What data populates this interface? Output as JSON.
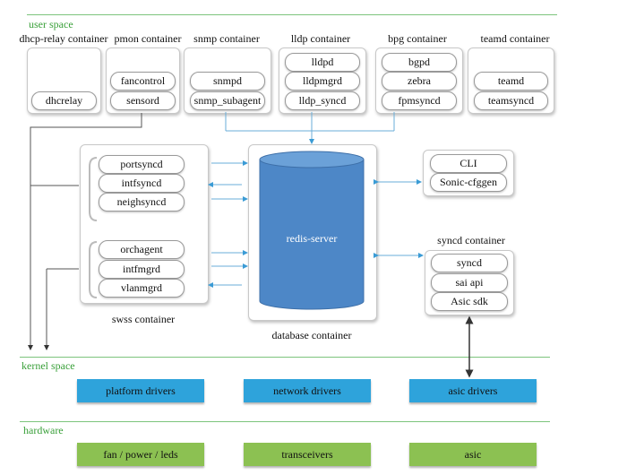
{
  "layers": {
    "user_space": "user space",
    "kernel_space": "kernel space",
    "hardware": "hardware"
  },
  "containers": {
    "dhcp_relay": {
      "title": "dhcp-relay container",
      "items": [
        "dhcrelay"
      ]
    },
    "pmon": {
      "title": "pmon container",
      "items": [
        "fancontrol",
        "sensord"
      ]
    },
    "snmp": {
      "title": "snmp container",
      "items": [
        "snmpd",
        "snmp_subagent"
      ]
    },
    "lldp": {
      "title": "lldp container",
      "items": [
        "lldpd",
        "lldpmgrd",
        "lldp_syncd"
      ]
    },
    "bgp": {
      "title": "bpg container",
      "items": [
        "bgpd",
        "zebra",
        "fpmsyncd"
      ]
    },
    "teamd": {
      "title": "teamd container",
      "items": [
        "teamd",
        "teamsyncd"
      ]
    },
    "swss": {
      "title": "swss container",
      "group1": [
        "portsyncd",
        "intfsyncd",
        "neighsyncd"
      ],
      "group2": [
        "orchagent",
        "intfmgrd",
        "vlanmgrd"
      ]
    },
    "database": {
      "title": "database container",
      "server": "redis-server"
    },
    "cli": {
      "items": [
        "CLI",
        "Sonic-cfggen"
      ]
    },
    "syncd": {
      "title": "syncd container",
      "items": [
        "syncd",
        "sai api",
        "Asic sdk"
      ]
    }
  },
  "kernel": [
    "platform drivers",
    "network drivers",
    "asic drivers"
  ],
  "hw": [
    "fan / power / leds",
    "transceivers",
    "asic"
  ],
  "colors": {
    "layer_label": "#3aa03a",
    "divider": "#7cc47c",
    "driver_fill": "#2ea3db",
    "hardware_fill": "#8cc152",
    "redis_fill": "#4d87c7",
    "arrow": "#3a9bd5"
  }
}
